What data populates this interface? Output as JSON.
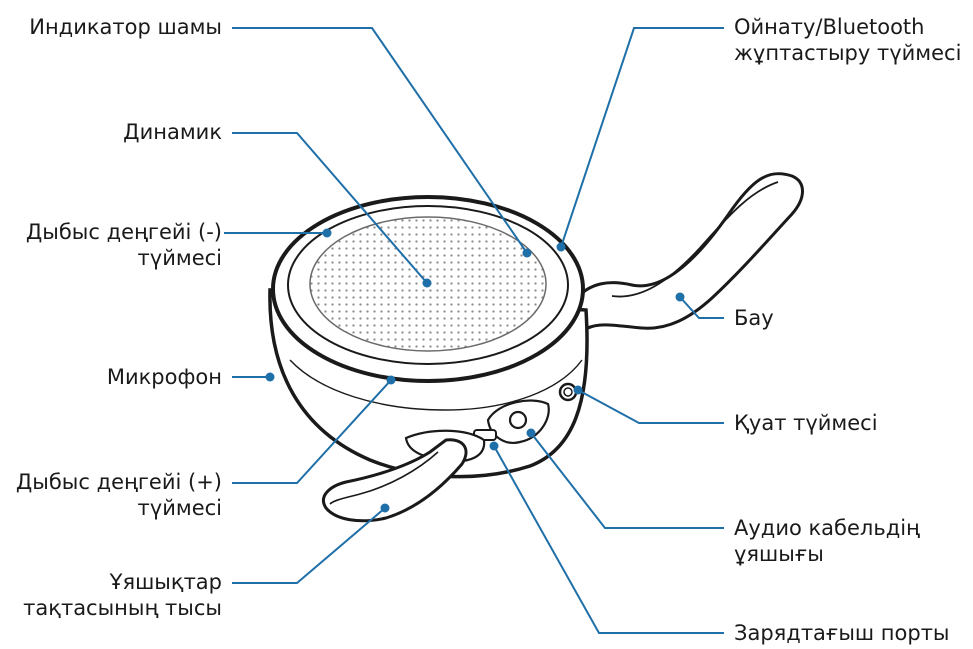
{
  "colors": {
    "leader": "#1f6fa8",
    "outline": "#1a1a1a",
    "grille": "#9a9a9a",
    "body_fill": "#ffffff"
  },
  "labels": {
    "indicator": "Индикатор шамы",
    "speaker": "Динамик",
    "volume_down": [
      "Дыбыс деңгейі (-)",
      "түймесі"
    ],
    "microphone": "Микрофон",
    "volume_up": [
      "Дыбыс деңгейі (+)",
      "түймесі"
    ],
    "socket_cover": [
      "Ұяшықтар",
      "тақтасының тысы"
    ],
    "pairing": [
      "Ойнату/Bluetooth",
      "жұптастыру түймесі"
    ],
    "strap": "Бау",
    "power": "Қуат түймесі",
    "audio_jack": [
      "Аудио кабельдің",
      "ұяшығы"
    ],
    "charger_port": "Зарядтағыш порты"
  }
}
